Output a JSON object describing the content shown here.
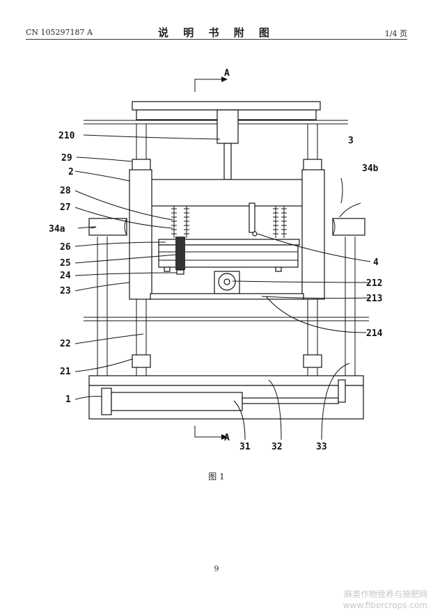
{
  "header": {
    "patent_number": "CN 105297187 A",
    "title": "说 明 书 附 图",
    "page_indicator": "1/4 页"
  },
  "figure": {
    "section_marker_top": "A",
    "section_marker_bottom": "A",
    "caption": "图 1",
    "labels": {
      "l210": "210",
      "l29": "29",
      "l2": "2",
      "l3": "3",
      "l34b": "34b",
      "l28": "28",
      "l27": "27",
      "l34a": "34a",
      "l26": "26",
      "l25": "25",
      "l4": "4",
      "l24": "24",
      "l212": "212",
      "l23": "23",
      "l213": "213",
      "l214": "214",
      "l22": "22",
      "l21": "21",
      "l1": "1",
      "l31": "31",
      "l32": "32",
      "l33": "33"
    }
  },
  "footer": {
    "page_number": "9"
  },
  "watermark": {
    "line1": "麻类作物营养与施肥网",
    "line2": "www.fibercrops.com"
  }
}
